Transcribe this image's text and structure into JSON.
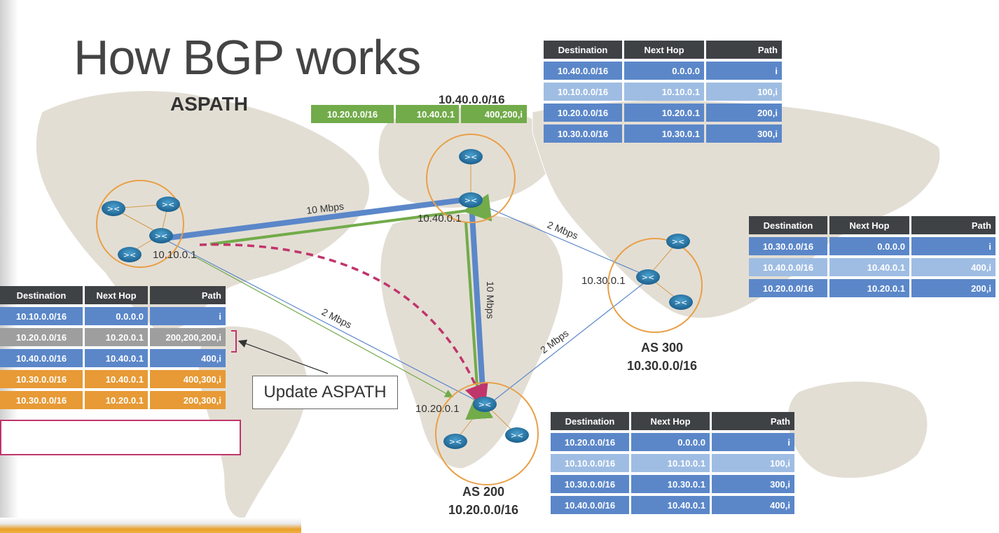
{
  "title": "How BGP works",
  "subtitle": "ASPATH",
  "colors": {
    "blue_row": "#5b87c9",
    "light_row": "#9fbde3",
    "gray_row": "#9e9e9e",
    "orange_row": "#e79a35",
    "green_row": "#72ab4a",
    "header_row": "#3f4245",
    "circle": "#e8a048",
    "highlight": "#c0356b"
  },
  "nodes": {
    "as100_ip": "10.10.0.1",
    "as400_ip": "10.40.0.1",
    "as400_prefix": "10.40.0.0/16",
    "as300_ip": "10.30.0.1",
    "as300_name": "AS 300",
    "as300_prefix": "10.30.0.0/16",
    "as200_ip": "10.20.0.1",
    "as200_name": "AS 200",
    "as200_prefix": "10.20.0.0/16"
  },
  "links": {
    "us_eu": "10 Mbps",
    "eu_in": "2 Mbps",
    "eu_af": "10 Mbps",
    "us_af": "2 Mbps",
    "in_af": "2 Mbps"
  },
  "update_label": "Update ASPATH",
  "headers": [
    "Destination",
    "Next Hop",
    "Path"
  ],
  "green_update": [
    "10.20.0.0/16",
    "10.40.0.1",
    "400,200,i"
  ],
  "table_as400": [
    {
      "style": "blue",
      "cells": [
        "10.40.0.0/16",
        "0.0.0.0",
        "i"
      ]
    },
    {
      "style": "light",
      "cells": [
        "10.10.0.0/16",
        "10.10.0.1",
        "100,i"
      ]
    },
    {
      "style": "blue",
      "cells": [
        "10.20.0.0/16",
        "10.20.0.1",
        "200,i"
      ]
    },
    {
      "style": "blue",
      "cells": [
        "10.30.0.0/16",
        "10.30.0.1",
        "300,i"
      ]
    }
  ],
  "table_as300": [
    {
      "style": "blue",
      "cells": [
        "10.30.0.0/16",
        "0.0.0.0",
        "i"
      ]
    },
    {
      "style": "light",
      "cells": [
        "10.40.0.0/16",
        "10.40.0.1",
        "400,i"
      ]
    },
    {
      "style": "blue",
      "cells": [
        "10.20.0.0/16",
        "10.20.0.1",
        "200,i"
      ]
    }
  ],
  "table_as100": [
    {
      "style": "blue",
      "cells": [
        "10.10.0.0/16",
        "0.0.0.0",
        "i"
      ]
    },
    {
      "style": "gray",
      "cells": [
        "10.20.0.0/16",
        "10.20.0.1",
        "200,200,200,i"
      ]
    },
    {
      "style": "blue",
      "cells": [
        "10.40.0.0/16",
        "10.40.0.1",
        "400,i"
      ]
    },
    {
      "style": "orange",
      "cells": [
        "10.30.0.0/16",
        "10.40.0.1",
        "400,300,i"
      ]
    },
    {
      "style": "orange",
      "cells": [
        "10.30.0.0/16",
        "10.20.0.1",
        "200,300,i"
      ]
    }
  ],
  "table_as200": [
    {
      "style": "blue",
      "cells": [
        "10.20.0.0/16",
        "0.0.0.0",
        "i"
      ]
    },
    {
      "style": "light",
      "cells": [
        "10.10.0.0/16",
        "10.10.0.1",
        "100,i"
      ]
    },
    {
      "style": "blue",
      "cells": [
        "10.30.0.0/16",
        "10.30.0.1",
        "300,i"
      ]
    },
    {
      "style": "blue",
      "cells": [
        "10.40.0.0/16",
        "10.40.0.1",
        "400,i"
      ]
    }
  ]
}
